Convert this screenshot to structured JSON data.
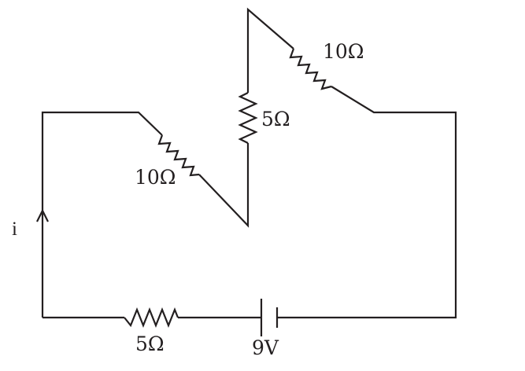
{
  "diagram": {
    "current_label": "i",
    "battery": {
      "label": "9V"
    },
    "resistors": [
      {
        "id": "r-bottom",
        "label": "5Ω"
      },
      {
        "id": "r-left-diagonal",
        "label": "10Ω"
      },
      {
        "id": "r-middle-vertical",
        "label": "5Ω"
      },
      {
        "id": "r-top-diagonal",
        "label": "10Ω"
      }
    ],
    "colors": {
      "ink": "#231f20",
      "background": "#ffffff"
    }
  }
}
